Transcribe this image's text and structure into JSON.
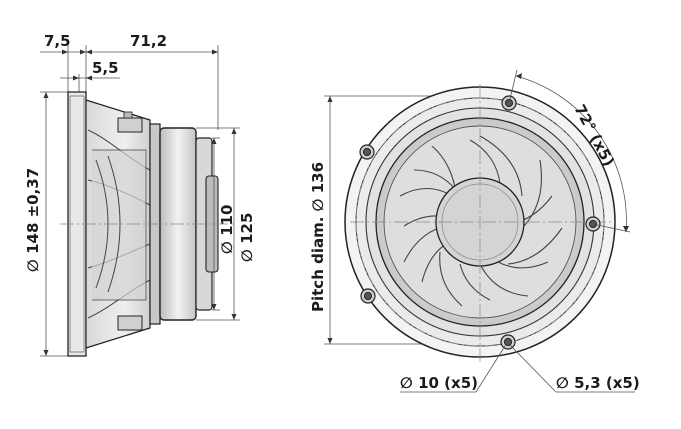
{
  "side_view": {
    "dim_top_left": "7,5",
    "dim_top_right": "71,2",
    "dim_flange": "5,5",
    "dim_outer_diameter": "∅ 148 ±0,37",
    "dim_magnet_110": "∅ 110",
    "dim_magnet_125": "∅ 125"
  },
  "front_view": {
    "dim_pitch": "Pitch diam. ∅ 136",
    "dim_angle": "72° (x5)",
    "dim_hole_outer": "∅ 10 (x5)",
    "dim_hole_inner": "∅ 5,3 (x5)"
  },
  "colors": {
    "line": "#222222",
    "fill_light": "#e6e6e6",
    "fill_mid": "#cfcfcf",
    "fill_dark": "#9a9a9a"
  }
}
